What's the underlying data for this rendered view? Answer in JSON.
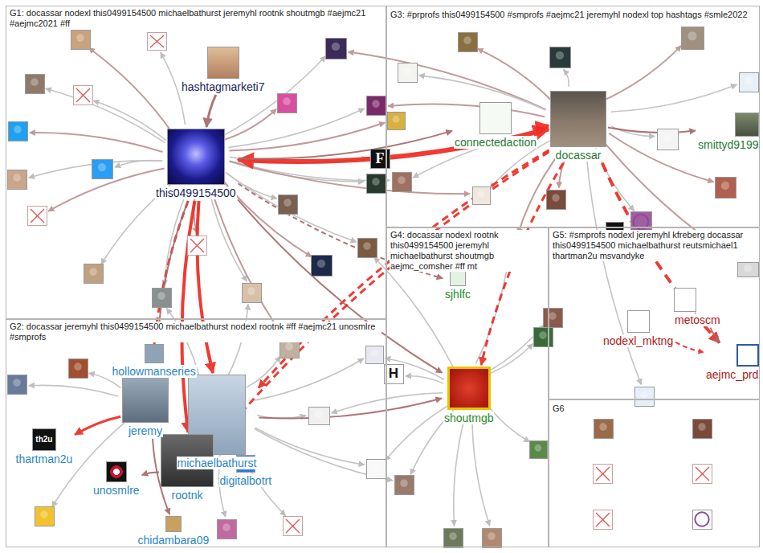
{
  "diagram": {
    "nodes": [
      {
        "text": [
          "G1: docassar nodexl this0499154500 michaelbathurst jeremyhl rootnk shoutmgb #aejmc21 #aejmc2021 #ff"
        ]
      },
      {
        "text": [
          "hashtagmarketi7"
        ],
        "in": 0
      },
      {
        "text": [
          "this0499154500"
        ],
        "in": 0
      },
      {
        "text": [
          "G3: #prprofs this0499154500 #smprofs #aejmc21 jeremyhl nodexl top hashtags #smle2022"
        ]
      },
      {
        "text": [
          "connectedaction"
        ],
        "in": 3
      },
      {
        "text": [
          "docassar"
        ],
        "in": 3
      },
      {
        "text": [
          "smittyd9199"
        ],
        "in": 3
      },
      {
        "text": [
          "G2: docassar jeremyhl this0499154500 michaelbathurst nodexl rootnk #ff #aejmc21 unosmlre #smprofs"
        ]
      },
      {
        "text": [
          "hollowmanseries"
        ],
        "in": 7
      },
      {
        "text": [
          "th2u",
          "thartman2u"
        ],
        "in": 7
      },
      {
        "text": [
          "jeremy"
        ],
        "in": 7
      },
      {
        "text": [
          "michaelbathurst"
        ],
        "in": 7
      },
      {
        "text": [
          "digitalbotrt"
        ],
        "in": 7
      },
      {
        "text": [
          "rootnk"
        ],
        "in": 7
      },
      {
        "text": [
          "unosmlre"
        ],
        "in": 7
      },
      {
        "text": [
          "chidambara09"
        ],
        "in": 7
      },
      {
        "text": [
          "G4: docassar nodexl rootnk this0499154500 jeremyhl michaelbathurst shoutmgb aejmc_comsher #ff mt"
        ]
      },
      {
        "text": [
          "sjhlfc"
        ],
        "in": 16
      },
      {
        "text": [
          "shoutmgb"
        ],
        "in": 16
      },
      {
        "text": [
          "G5: #smprofs nodexl jeremyhl kfreberg docassar this0499154500 michaelbathurst reutsmichael1 thartman2u msvandyke"
        ]
      },
      {
        "text": [
          "nodexl_mktng"
        ],
        "in": 19
      },
      {
        "text": [
          "metoscm"
        ],
        "in": 19
      },
      {
        "text": [
          "aejmc_prd"
        ],
        "in": 19
      },
      {
        "text": [
          "G6"
        ]
      }
    ],
    "edges": [
      {
        "from": 2,
        "to": 5,
        "arrow": "both"
      },
      {
        "from": 4,
        "to": 5,
        "arrow": "to"
      },
      {
        "from": 2,
        "to": 10,
        "arrow": "to"
      },
      {
        "from": 2,
        "to": 11,
        "arrow": "to"
      },
      {
        "from": 2,
        "to": 13,
        "arrow": "to"
      },
      {
        "from": 5,
        "to": 11,
        "arrow": "to"
      },
      {
        "from": 5,
        "to": 22,
        "arrow": "to"
      },
      {
        "from": 5,
        "to": 6,
        "arrow": "to"
      },
      {
        "from": 2,
        "to": 18,
        "arrow": "to"
      },
      {
        "from": 5,
        "to": 18,
        "arrow": "to"
      },
      {
        "from": 11,
        "to": 18,
        "arrow": "to"
      },
      {
        "from": 20,
        "to": 22,
        "arrow": "to"
      },
      {
        "from": 1,
        "to": 2,
        "arrow": "to"
      },
      {
        "from": 10,
        "to": 9,
        "arrow": "to"
      },
      {
        "from": 13,
        "to": 14,
        "arrow": "to"
      },
      {
        "from": 2,
        "to": 17,
        "arrow": "to"
      },
      {
        "from": 2,
        "to": 8,
        "arrow": "to"
      },
      {
        "from": 10,
        "to": 15,
        "arrow": "to"
      },
      {
        "from": 5,
        "to": 13,
        "arrow": "to"
      },
      {
        "from": 21,
        "to": 22,
        "arrow": "to"
      },
      {
        "from": 2,
        "to": 4,
        "arrow": "to"
      }
    ],
    "labels": [
      "F",
      "H"
    ]
  }
}
